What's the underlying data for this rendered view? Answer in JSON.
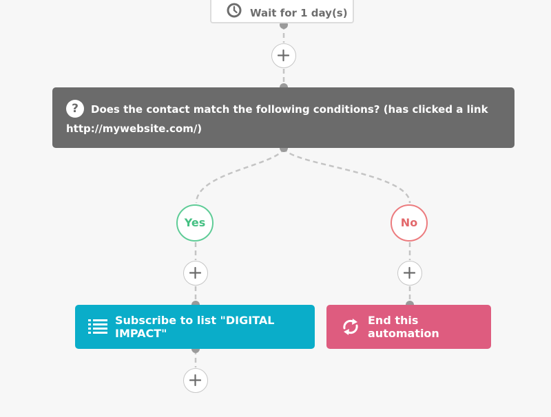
{
  "wait_step": {
    "label": "Wait for 1 day(s)",
    "icon": "clock-icon"
  },
  "condition_step": {
    "icon": "question-icon",
    "icon_glyph": "?",
    "text": "Does the contact match the following conditions? (has clicked a link http://mywebsite.com/)"
  },
  "branches": {
    "yes": {
      "label": "Yes",
      "color": "#45c083"
    },
    "no": {
      "label": "No",
      "color": "#e2686b"
    }
  },
  "actions": {
    "subscribe": {
      "label": "Subscribe to list \"DIGITAL IMPACT\"",
      "icon": "list-icon",
      "color": "#0aadc9"
    },
    "end": {
      "label": "End this automation",
      "icon": "refresh-icon",
      "color": "#de5c7f"
    }
  },
  "colors": {
    "background": "#f7f7f7",
    "condition_card": "#6b6b6b",
    "connector": "#c4c4c4",
    "node_dot": "#9a9a9a"
  }
}
